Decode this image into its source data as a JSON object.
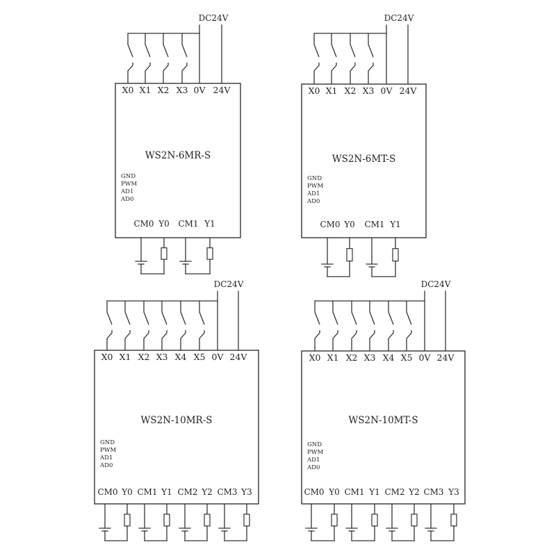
{
  "supply_label": "DC24V",
  "common_labels": {
    "zero_v": "0V",
    "plus_24v": "24V"
  },
  "io_labels": [
    "GND",
    "PWM",
    "AD1",
    "AD0"
  ],
  "modules": [
    {
      "id": "ws2n-6mr-s",
      "model": "WS2N-6MR-S",
      "inputs": [
        "X0",
        "X1",
        "X2",
        "X3"
      ],
      "outputs": [
        "CM0",
        "Y0",
        "CM1",
        "Y1"
      ]
    },
    {
      "id": "ws2n-6mt-s",
      "model": "WS2N-6MT-S",
      "inputs": [
        "X0",
        "X1",
        "X2",
        "X3"
      ],
      "outputs": [
        "CM0",
        "Y0",
        "CM1",
        "Y1"
      ]
    },
    {
      "id": "ws2n-10mr-s",
      "model": "WS2N-10MR-S",
      "inputs": [
        "X0",
        "X1",
        "X2",
        "X3",
        "X4",
        "X5"
      ],
      "outputs": [
        "CM0",
        "Y0",
        "CM1",
        "Y1",
        "CM2",
        "Y2",
        "CM3",
        "Y3"
      ]
    },
    {
      "id": "ws2n-10mt-s",
      "model": "WS2N-10MT-S",
      "inputs": [
        "X0",
        "X1",
        "X2",
        "X3",
        "X4",
        "X5"
      ],
      "outputs": [
        "CM0",
        "Y0",
        "CM1",
        "Y1",
        "CM2",
        "Y2",
        "CM3",
        "Y3"
      ]
    }
  ]
}
